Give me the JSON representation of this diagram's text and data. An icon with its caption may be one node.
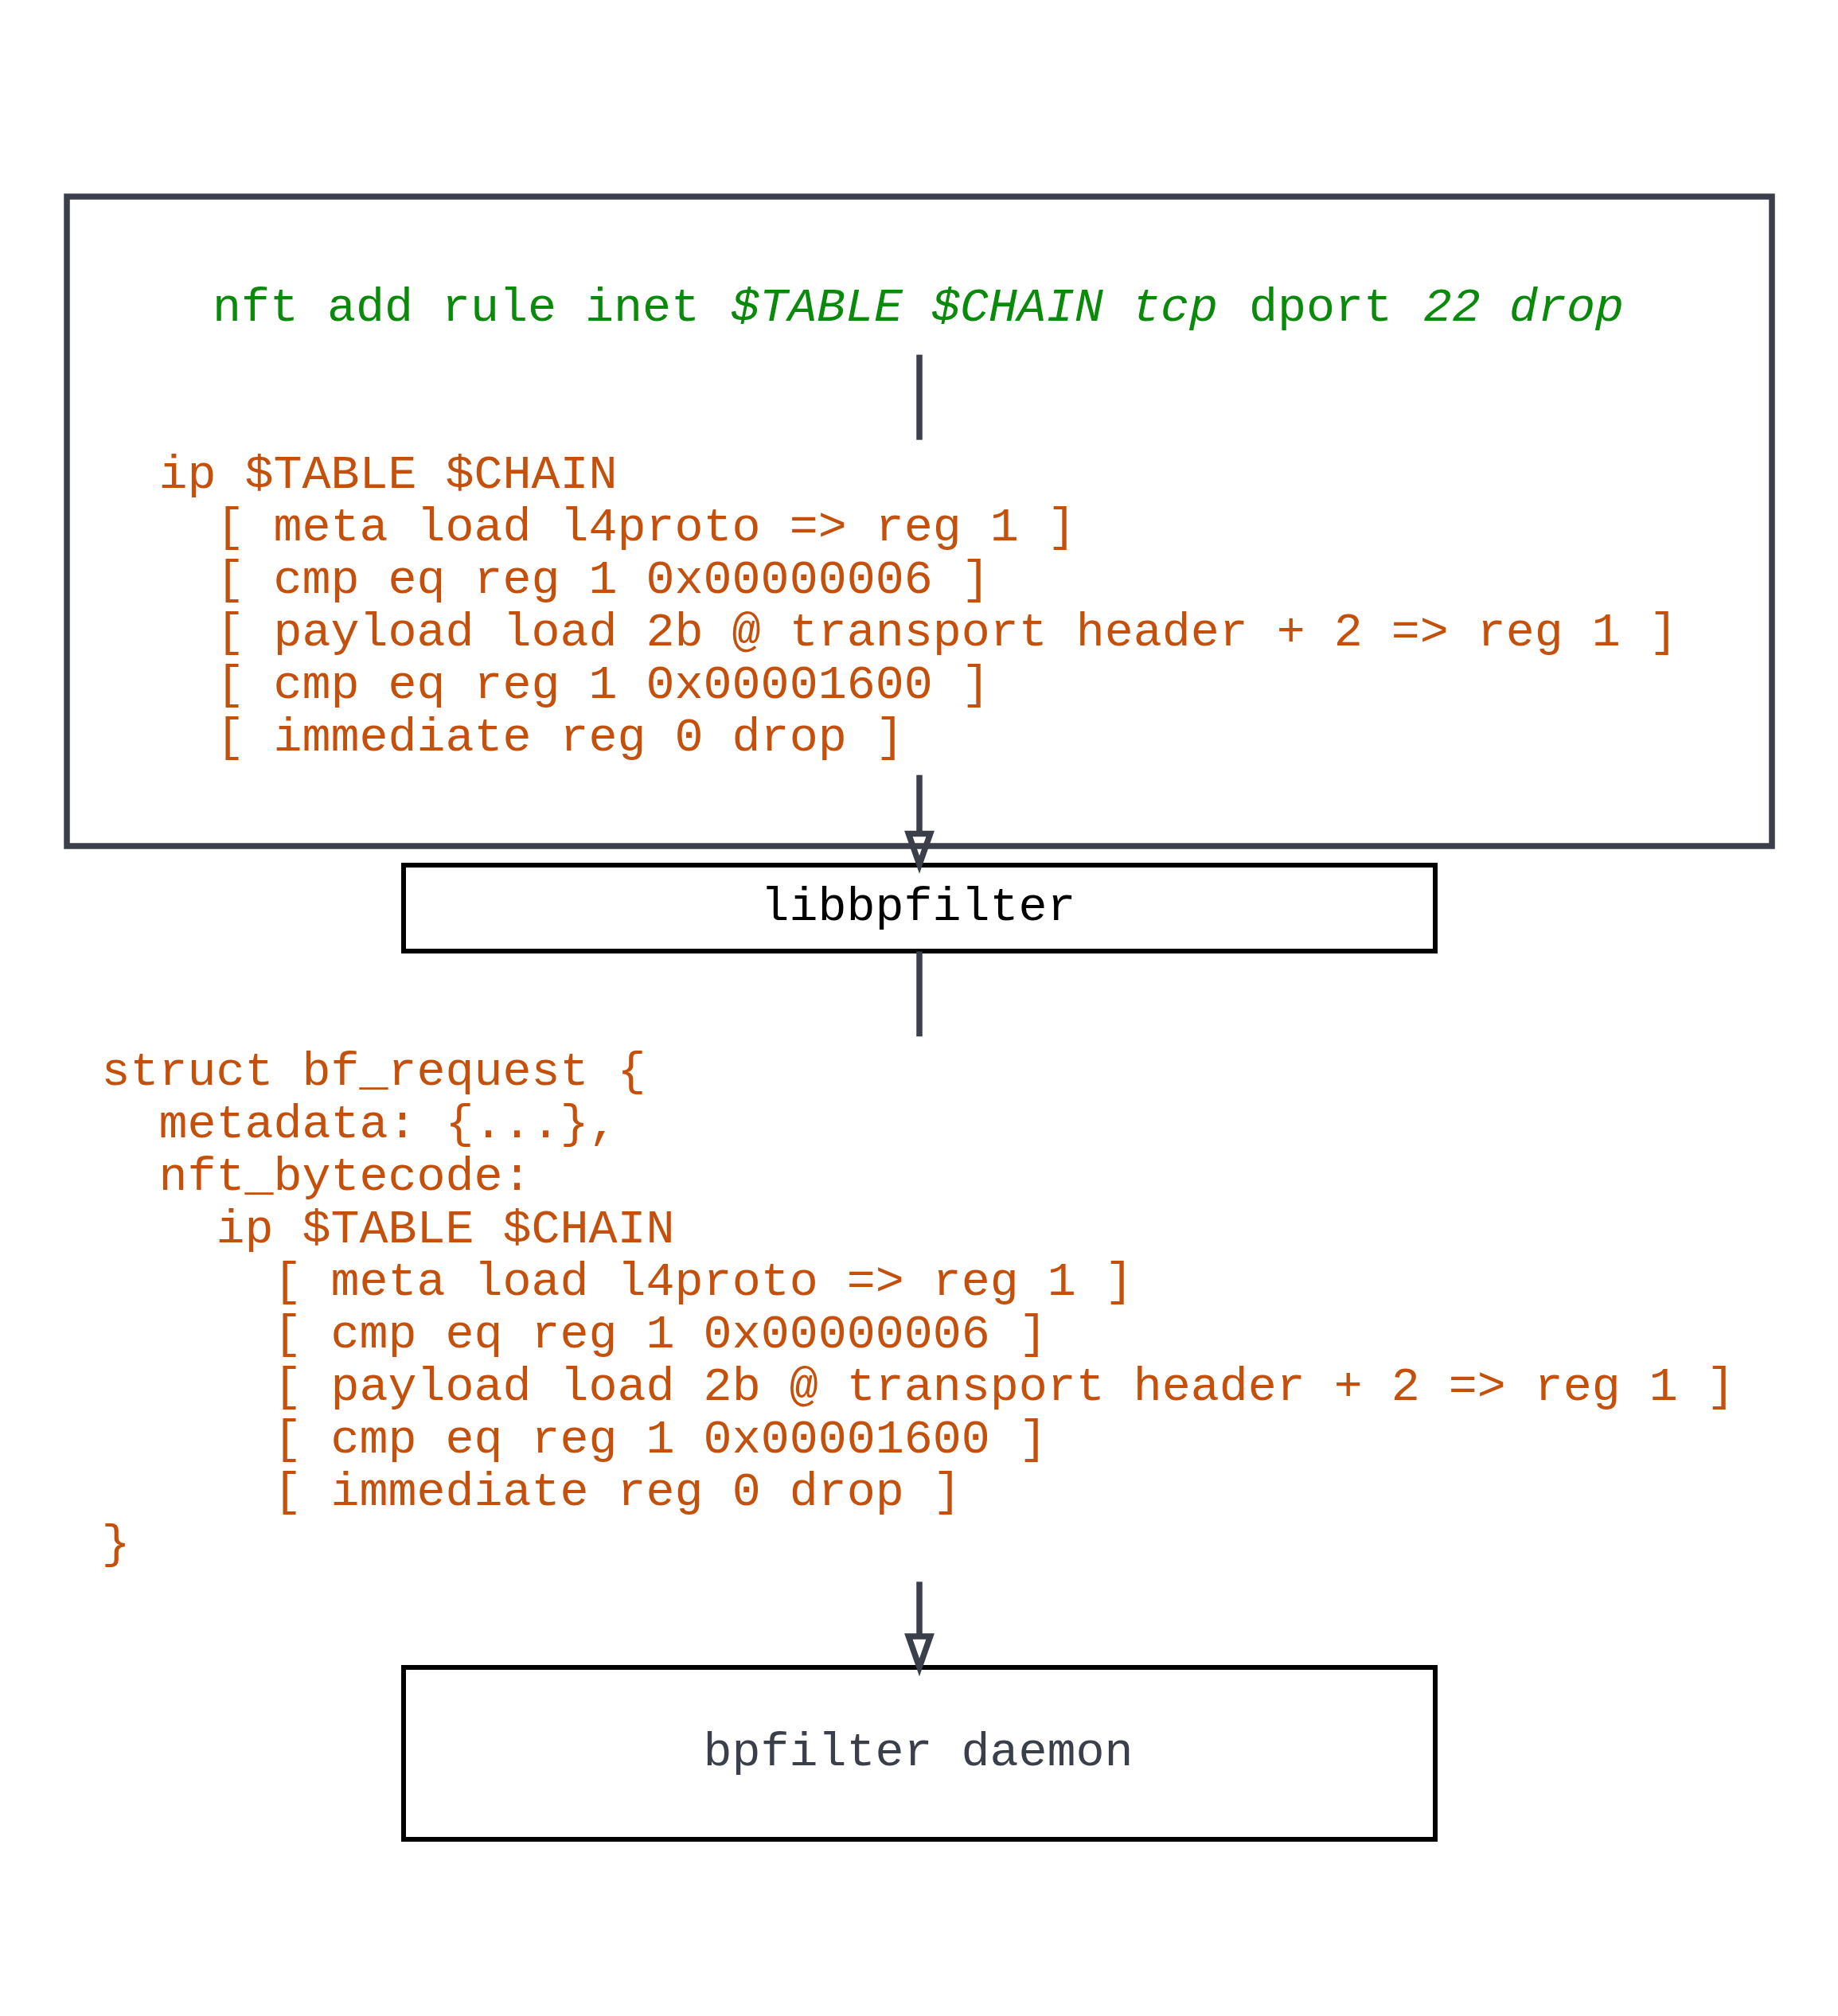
{
  "diagram": {
    "nodes": [
      {
        "text": [],
        "shape": "box"
      },
      {
        "text": [
          "nft add rule inet *$TABLE $CHAIN tcp* dport *22 drop*"
        ],
        "in": 0
      },
      {
        "text": [
          "ip $TABLE $CHAIN",
          "  [ meta load l4proto => reg 1 ]",
          "  [ cmp eq reg 1 0x00000006 ]",
          "  [ payload load 2b @ transport header + 2 => reg 1 ]",
          "  [ cmp eq reg 1 0x00001600 ]",
          "  [ immediate reg 0 drop ]"
        ],
        "in": 0
      },
      {
        "text": [
          "libbpfilter"
        ]
      },
      {
        "text": [
          "struct bf_request {",
          "  metadata: {...},",
          "  nft_bytecode:",
          "    ip $TABLE $CHAIN",
          "      [ meta load l4proto => reg 1 ]",
          "      [ cmp eq reg 1 0x00000006 ]",
          "      [ payload load 2b @ transport header + 2 => reg 1 ]",
          "      [ cmp eq reg 1 0x00001600 ]",
          "      [ immediate reg 0 drop ]",
          "}"
        ]
      },
      {
        "text": [
          "bpfilter daemon"
        ]
      }
    ],
    "edges": [
      {
        "from": 1,
        "to": 2,
        "arrow": "none"
      },
      {
        "from": 2,
        "to": 3,
        "arrow": "to"
      },
      {
        "from": 3,
        "to": 4,
        "arrow": "none"
      },
      {
        "from": 4,
        "to": 5,
        "arrow": "to"
      }
    ]
  }
}
